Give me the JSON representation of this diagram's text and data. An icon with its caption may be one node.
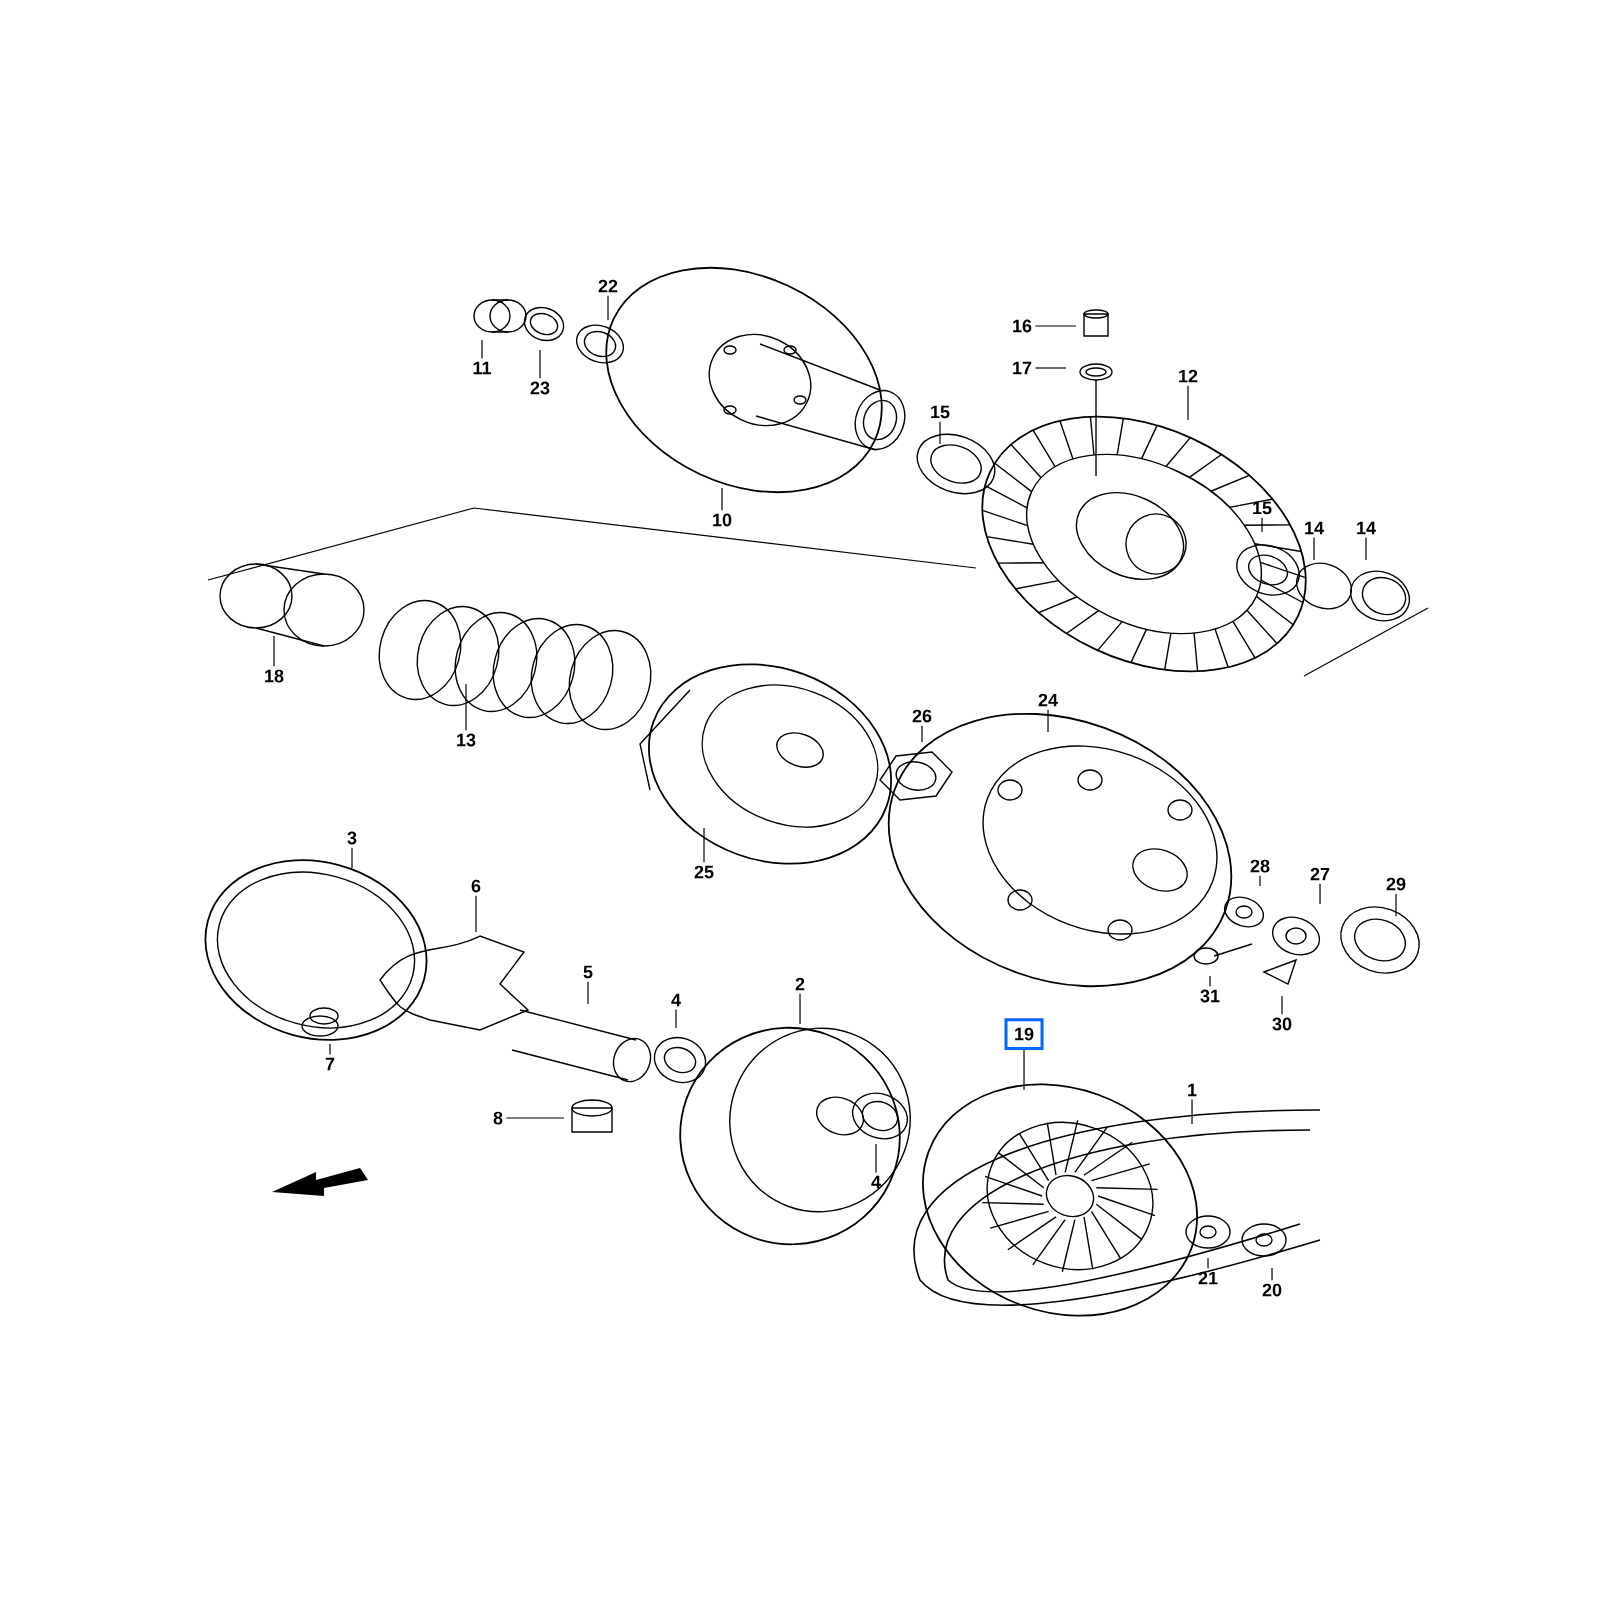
{
  "diagram": {
    "nodes": [
      {
        "text": [
          "22"
        ]
      },
      {
        "text": [
          "16"
        ]
      },
      {
        "text": [
          "11"
        ]
      },
      {
        "text": [
          "17"
        ]
      },
      {
        "text": [
          "12"
        ]
      },
      {
        "text": [
          "23"
        ]
      },
      {
        "text": [
          "15"
        ]
      },
      {
        "text": [
          "15"
        ]
      },
      {
        "text": [
          "10"
        ]
      },
      {
        "text": [
          "14"
        ]
      },
      {
        "text": [
          "14"
        ]
      },
      {
        "text": [
          "18"
        ]
      },
      {
        "text": [
          "24"
        ]
      },
      {
        "text": [
          "26"
        ]
      },
      {
        "text": [
          "13"
        ]
      },
      {
        "text": [
          "3"
        ]
      },
      {
        "text": [
          "28"
        ]
      },
      {
        "text": [
          "25"
        ]
      },
      {
        "text": [
          "27"
        ]
      },
      {
        "text": [
          "6"
        ]
      },
      {
        "text": [
          "29"
        ]
      },
      {
        "text": [
          "5"
        ]
      },
      {
        "text": [
          "2"
        ]
      },
      {
        "text": [
          "31"
        ]
      },
      {
        "text": [
          "4"
        ]
      },
      {
        "text": [
          "30"
        ]
      },
      {
        "text": [
          "19"
        ]
      },
      {
        "text": [
          "7"
        ]
      },
      {
        "text": [
          "1"
        ]
      },
      {
        "text": [
          "8"
        ]
      },
      {
        "text": [
          "4"
        ]
      },
      {
        "text": [
          "21"
        ]
      },
      {
        "text": [
          "20"
        ]
      }
    ],
    "edges": [
      {
        "from": 0,
        "to": null,
        "arrow": "none"
      },
      {
        "from": 1,
        "to": null,
        "arrow": "none"
      },
      {
        "from": 2,
        "to": null,
        "arrow": "none"
      },
      {
        "from": 3,
        "to": null,
        "arrow": "none"
      },
      {
        "from": 4,
        "to": null,
        "arrow": "none"
      },
      {
        "from": 5,
        "to": null,
        "arrow": "none"
      },
      {
        "from": 6,
        "to": null,
        "arrow": "none"
      },
      {
        "from": 7,
        "to": null,
        "arrow": "none"
      },
      {
        "from": 8,
        "to": null,
        "arrow": "none"
      },
      {
        "from": 9,
        "to": null,
        "arrow": "none"
      },
      {
        "from": 10,
        "to": null,
        "arrow": "none"
      },
      {
        "from": 11,
        "to": null,
        "arrow": "none"
      },
      {
        "from": 12,
        "to": null,
        "arrow": "none"
      },
      {
        "from": 13,
        "to": null,
        "arrow": "none"
      },
      {
        "from": 14,
        "to": null,
        "arrow": "none"
      },
      {
        "from": 15,
        "to": null,
        "arrow": "none"
      },
      {
        "from": 16,
        "to": null,
        "arrow": "none"
      },
      {
        "from": 17,
        "to": null,
        "arrow": "none"
      },
      {
        "from": 18,
        "to": null,
        "arrow": "none"
      },
      {
        "from": 19,
        "to": null,
        "arrow": "none"
      },
      {
        "from": 20,
        "to": null,
        "arrow": "none"
      },
      {
        "from": 21,
        "to": null,
        "arrow": "none"
      },
      {
        "from": 22,
        "to": null,
        "arrow": "none"
      },
      {
        "from": 23,
        "to": null,
        "arrow": "none"
      },
      {
        "from": 24,
        "to": null,
        "arrow": "none"
      },
      {
        "from": 25,
        "to": null,
        "arrow": "none"
      },
      {
        "from": 26,
        "to": null,
        "arrow": "none"
      },
      {
        "from": 27,
        "to": null,
        "arrow": "none"
      },
      {
        "from": 28,
        "to": null,
        "arrow": "none"
      },
      {
        "from": 29,
        "to": null,
        "arrow": "none"
      },
      {
        "from": 30,
        "to": null,
        "arrow": "none"
      },
      {
        "from": 31,
        "to": null,
        "arrow": "none"
      },
      {
        "from": 32,
        "to": null,
        "arrow": "none"
      }
    ]
  }
}
